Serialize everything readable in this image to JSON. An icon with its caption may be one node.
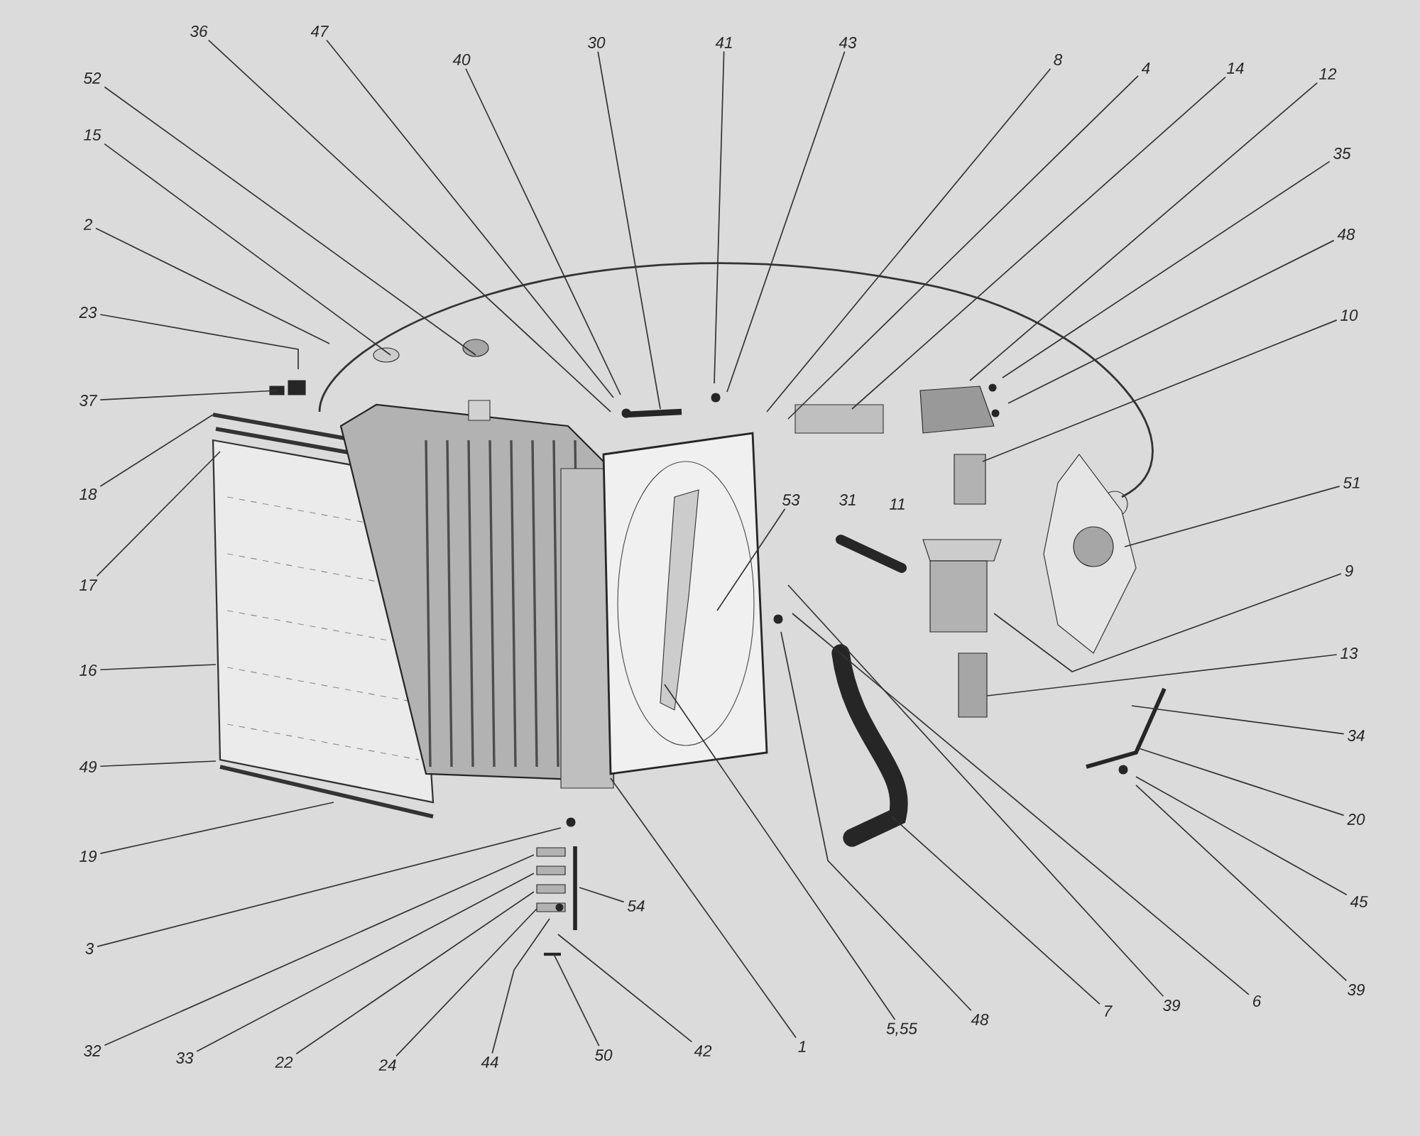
{
  "diagram": {
    "nodes": [
      {
        "text": [
          "36"
        ]
      },
      {
        "text": [
          "47"
        ]
      },
      {
        "text": [
          "40"
        ]
      },
      {
        "text": [
          "30"
        ]
      },
      {
        "text": [
          "41"
        ]
      },
      {
        "text": [
          "43"
        ]
      },
      {
        "text": [
          "8"
        ]
      },
      {
        "text": [
          "4"
        ]
      },
      {
        "text": [
          "14"
        ]
      },
      {
        "text": [
          "12"
        ]
      },
      {
        "text": [
          "52"
        ]
      },
      {
        "text": [
          "15"
        ]
      },
      {
        "text": [
          "35"
        ]
      },
      {
        "text": [
          "2"
        ]
      },
      {
        "text": [
          "48"
        ]
      },
      {
        "text": [
          "23"
        ]
      },
      {
        "text": [
          "10"
        ]
      },
      {
        "text": [
          "37"
        ]
      },
      {
        "text": [
          "51"
        ]
      },
      {
        "text": [
          "18"
        ]
      },
      {
        "text": [
          "9"
        ]
      },
      {
        "text": [
          "17"
        ]
      },
      {
        "text": [
          "13"
        ]
      },
      {
        "text": [
          "16"
        ]
      },
      {
        "text": [
          "34"
        ]
      },
      {
        "text": [
          "49"
        ]
      },
      {
        "text": [
          "20"
        ]
      },
      {
        "text": [
          "19"
        ]
      },
      {
        "text": [
          "45"
        ]
      },
      {
        "text": [
          "3"
        ]
      },
      {
        "text": [
          "54"
        ]
      },
      {
        "text": [
          "39"
        ]
      },
      {
        "text": [
          "6"
        ]
      },
      {
        "text": [
          "39"
        ]
      },
      {
        "text": [
          "7"
        ]
      },
      {
        "text": [
          "48"
        ]
      },
      {
        "text": [
          "5,55"
        ]
      },
      {
        "text": [
          "1"
        ]
      },
      {
        "text": [
          "42"
        ]
      },
      {
        "text": [
          "50"
        ]
      },
      {
        "text": [
          "44"
        ]
      },
      {
        "text": [
          "24"
        ]
      },
      {
        "text": [
          "22"
        ]
      },
      {
        "text": [
          "33"
        ]
      },
      {
        "text": [
          "32"
        ]
      },
      {
        "text": [
          "53"
        ]
      }
    ],
    "edges": [
      {
        "from": 0,
        "to": null,
        "arrow": "none"
      },
      {
        "from": 1,
        "to": null,
        "arrow": "none"
      },
      {
        "from": 2,
        "to": null,
        "arrow": "none"
      },
      {
        "from": 3,
        "to": null,
        "arrow": "none"
      },
      {
        "from": 4,
        "to": null,
        "arrow": "none"
      },
      {
        "from": 5,
        "to": null,
        "arrow": "none"
      },
      {
        "from": 6,
        "to": null,
        "arrow": "none"
      },
      {
        "from": 7,
        "to": null,
        "arrow": "none"
      },
      {
        "from": 8,
        "to": null,
        "arrow": "none"
      },
      {
        "from": 9,
        "to": null,
        "arrow": "none"
      },
      {
        "from": 10,
        "to": null,
        "arrow": "none"
      },
      {
        "from": 11,
        "to": null,
        "arrow": "none"
      },
      {
        "from": 12,
        "to": null,
        "arrow": "none"
      },
      {
        "from": 13,
        "to": null,
        "arrow": "none"
      },
      {
        "from": 14,
        "to": null,
        "arrow": "none"
      },
      {
        "from": 15,
        "to": null,
        "arrow": "none"
      },
      {
        "from": 16,
        "to": null,
        "arrow": "none"
      },
      {
        "from": 17,
        "to": null,
        "arrow": "none"
      },
      {
        "from": 18,
        "to": null,
        "arrow": "none"
      },
      {
        "from": 19,
        "to": null,
        "arrow": "none"
      },
      {
        "from": 20,
        "to": null,
        "arrow": "none"
      },
      {
        "from": 21,
        "to": null,
        "arrow": "none"
      },
      {
        "from": 22,
        "to": null,
        "arrow": "none"
      },
      {
        "from": 23,
        "to": null,
        "arrow": "none"
      },
      {
        "from": 24,
        "to": null,
        "arrow": "none"
      },
      {
        "from": 25,
        "to": null,
        "arrow": "none"
      },
      {
        "from": 26,
        "to": null,
        "arrow": "none"
      },
      {
        "from": 27,
        "to": null,
        "arrow": "none"
      },
      {
        "from": 28,
        "to": null,
        "arrow": "none"
      },
      {
        "from": 29,
        "to": null,
        "arrow": "none"
      },
      {
        "from": 30,
        "to": null,
        "arrow": "none"
      },
      {
        "from": 31,
        "to": null,
        "arrow": "none"
      },
      {
        "from": 32,
        "to": null,
        "arrow": "none"
      },
      {
        "from": 33,
        "to": null,
        "arrow": "none"
      },
      {
        "from": 34,
        "to": null,
        "arrow": "none"
      },
      {
        "from": 35,
        "to": null,
        "arrow": "none"
      },
      {
        "from": 36,
        "to": null,
        "arrow": "none"
      },
      {
        "from": 37,
        "to": null,
        "arrow": "none"
      },
      {
        "from": 38,
        "to": null,
        "arrow": "none"
      },
      {
        "from": 39,
        "to": null,
        "arrow": "none"
      },
      {
        "from": 40,
        "to": null,
        "arrow": "none"
      },
      {
        "from": 41,
        "to": null,
        "arrow": "none"
      },
      {
        "from": 42,
        "to": null,
        "arrow": "none"
      },
      {
        "from": 43,
        "to": null,
        "arrow": "none"
      },
      {
        "from": 44,
        "to": null,
        "arrow": "none"
      },
      {
        "from": 45,
        "to": null,
        "arrow": "none"
      }
    ],
    "labels": [
      "31",
      "11"
    ]
  }
}
